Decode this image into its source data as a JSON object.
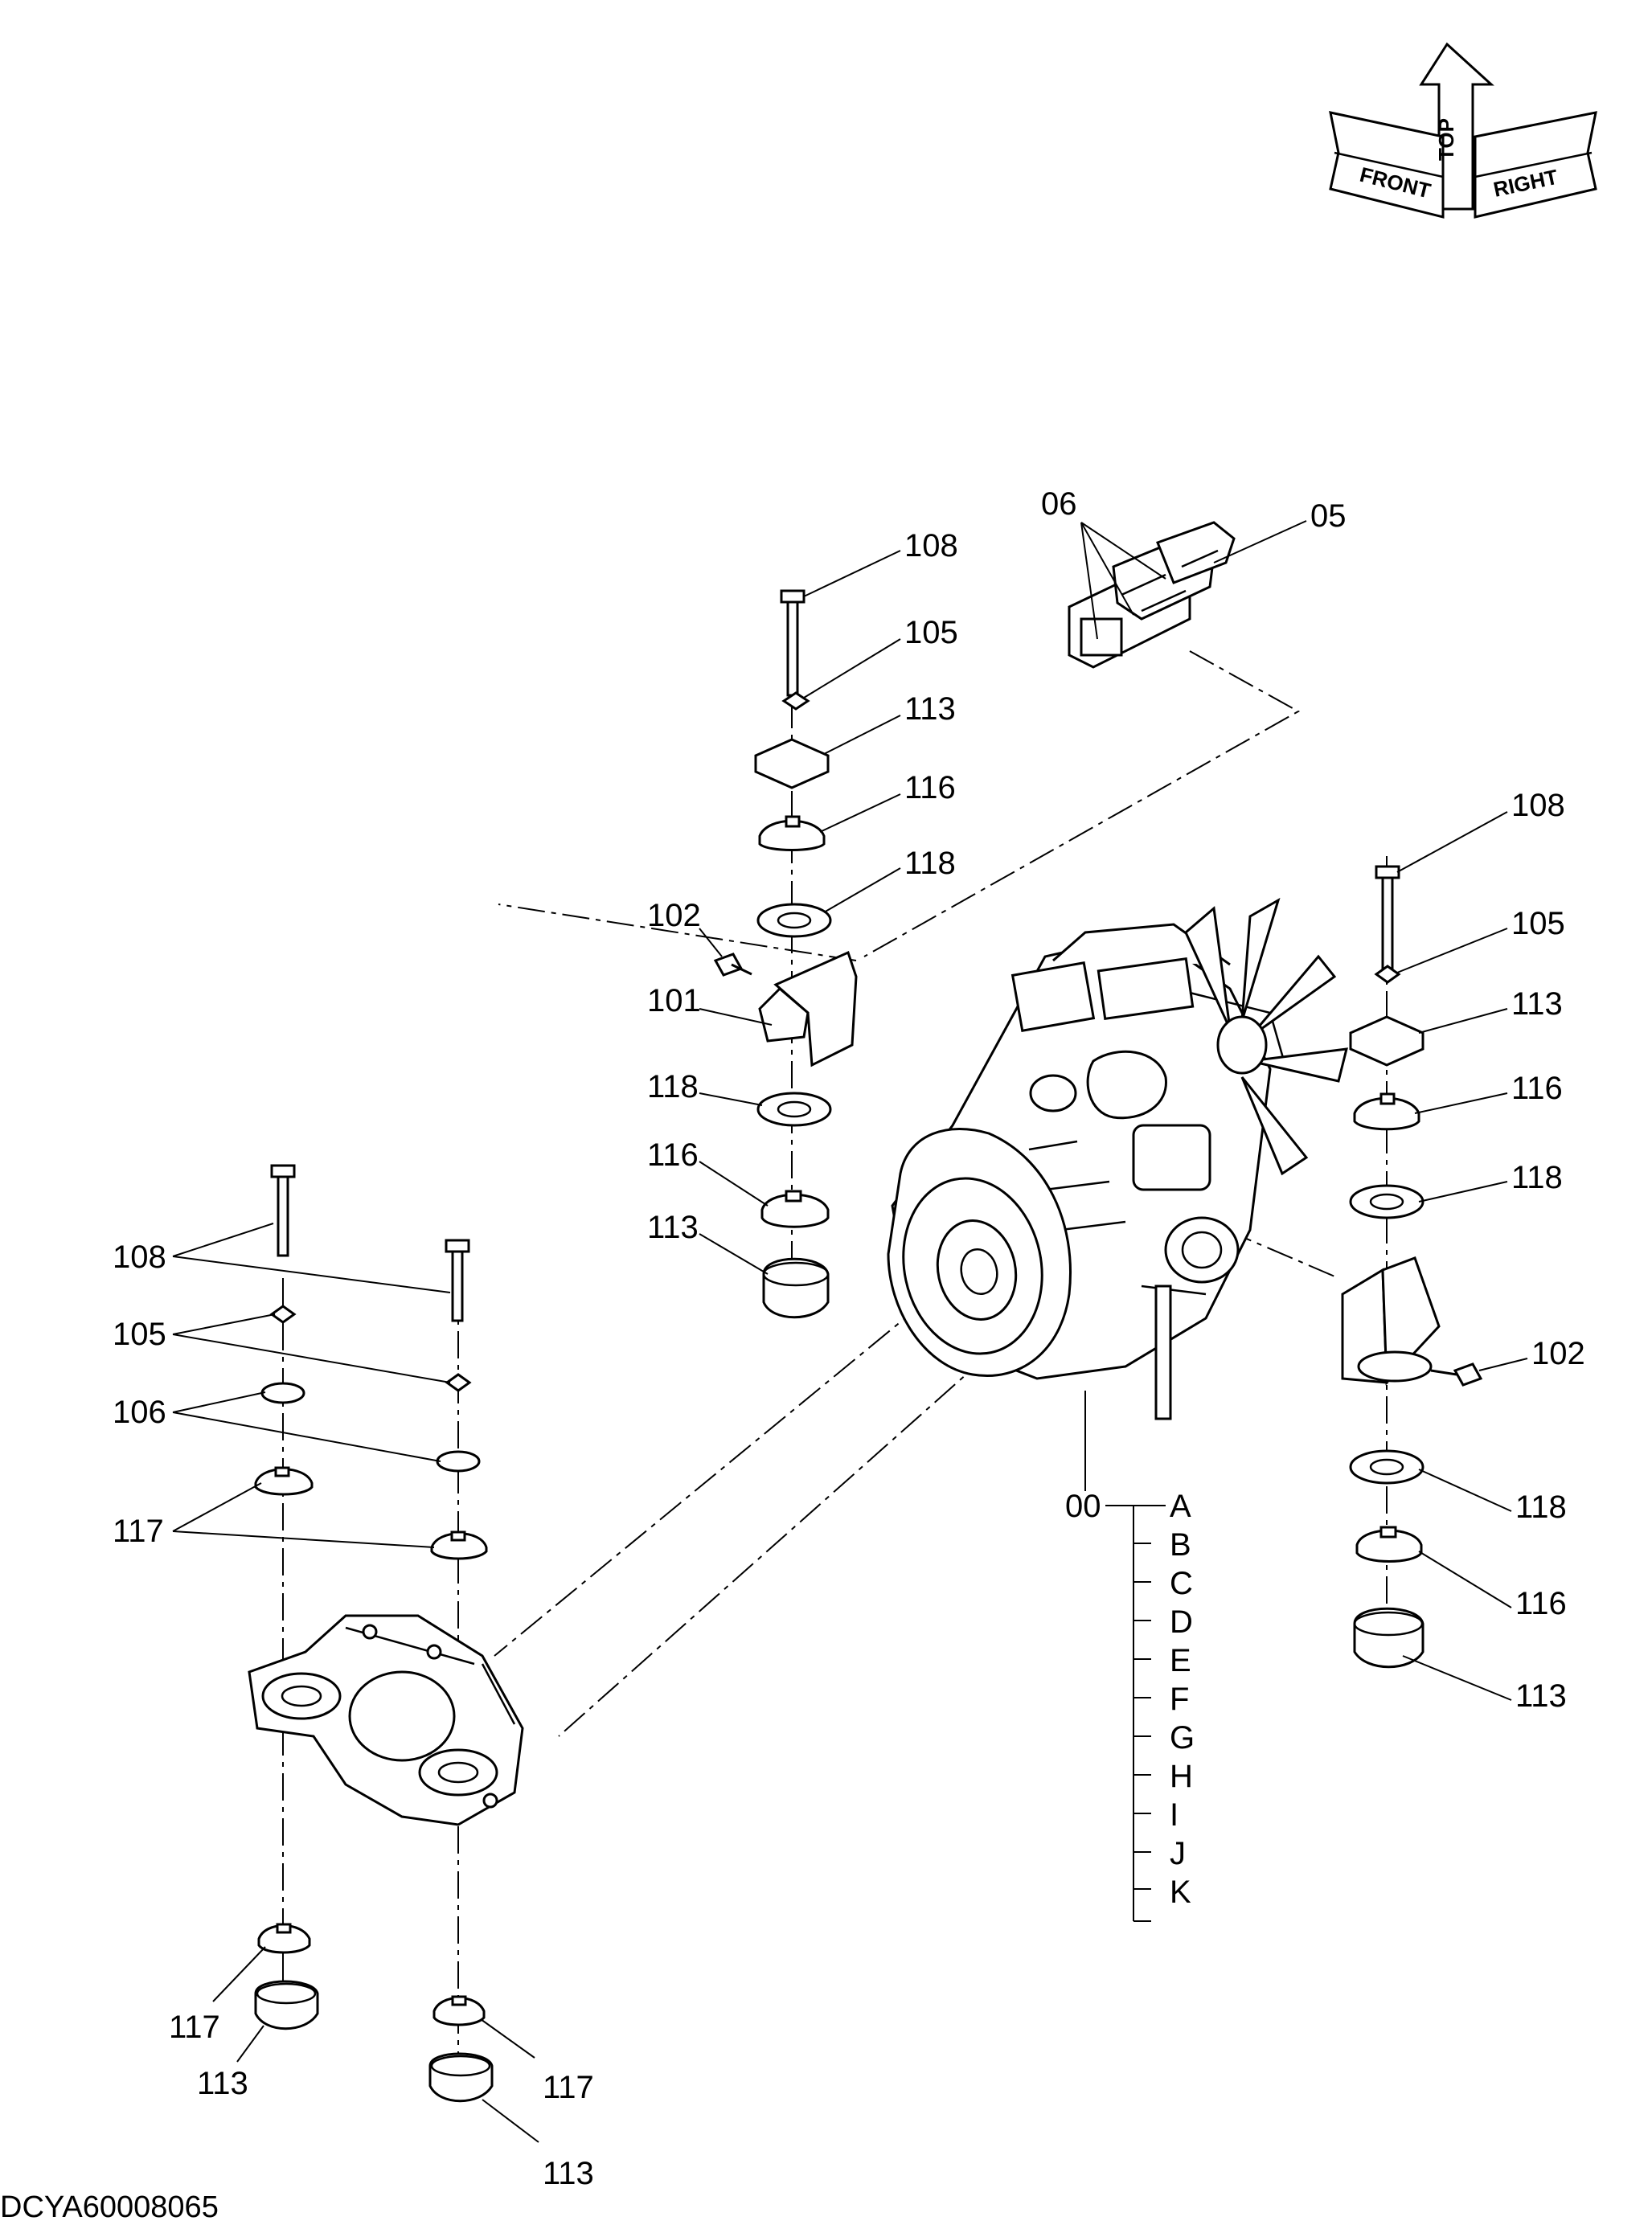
{
  "orientation": {
    "top": "TOP",
    "front": "FRONT",
    "right": "RIGHT"
  },
  "callouts": {
    "c05": "05",
    "c06": "06",
    "c00": "00",
    "mid_108": "108",
    "mid_105": "105",
    "mid_113a": "113",
    "mid_116a": "116",
    "mid_118a": "118",
    "mid_102": "102",
    "mid_101": "101",
    "mid_118b": "118",
    "mid_116b": "116",
    "mid_113b": "113",
    "r_108": "108",
    "r_105": "105",
    "r_113a": "113",
    "r_116a": "116",
    "r_118a": "118",
    "r_102": "102",
    "r_118b": "118",
    "r_116b": "116",
    "r_113b": "113",
    "l_108": "108",
    "l_105": "105",
    "l_106": "106",
    "l_117": "117",
    "l_117b": "117",
    "l_113b": "113",
    "l_117c": "117",
    "l_113c": "113"
  },
  "variants": [
    "A",
    "B",
    "C",
    "D",
    "E",
    "F",
    "G",
    "H",
    "I",
    "J",
    "K"
  ],
  "drawing_code": "DCYA60008065"
}
